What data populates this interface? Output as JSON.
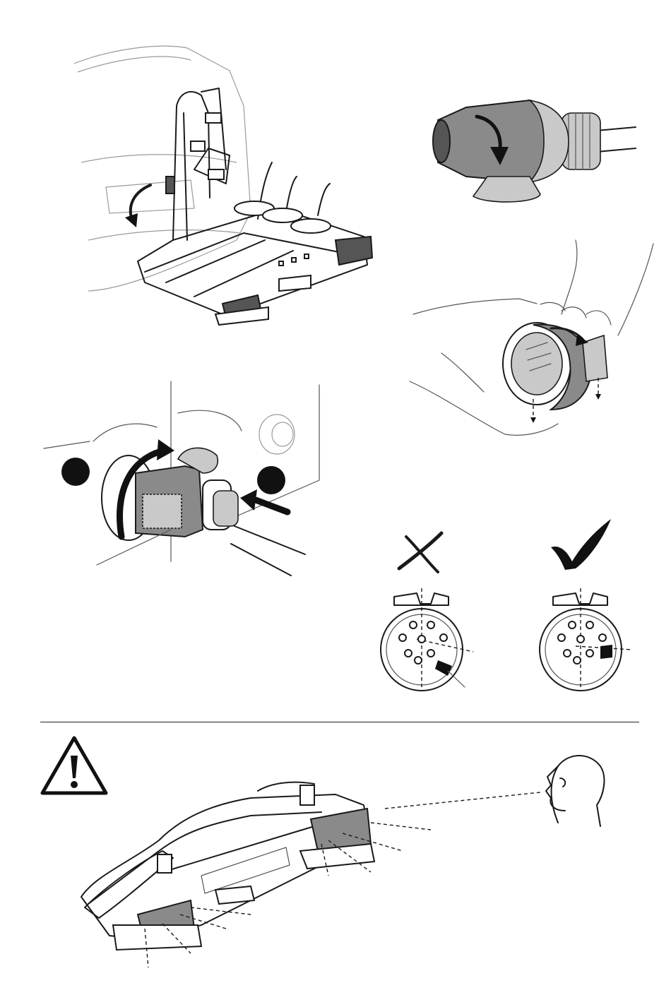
{
  "page": {
    "figures": [
      {
        "name": "bike-carrier-on-car-figure"
      },
      {
        "name": "plug-rotate-figure"
      },
      {
        "name": "plug-insert-socket-figure"
      },
      {
        "name": "hands-disassemble-plug-figure"
      },
      {
        "name": "pin-check-wrong-figure",
        "mark": "cross-icon"
      },
      {
        "name": "pin-check-correct-figure",
        "mark": "check-icon"
      },
      {
        "name": "warning-lights-check-figure",
        "mark": "warning-triangle-icon"
      }
    ]
  },
  "colors": {
    "line": "#1a1a1a",
    "part_grey": "#8a8a8a",
    "part_light_grey": "#c9c9c9",
    "part_dark_grey": "#555555",
    "background": "#ffffff"
  }
}
